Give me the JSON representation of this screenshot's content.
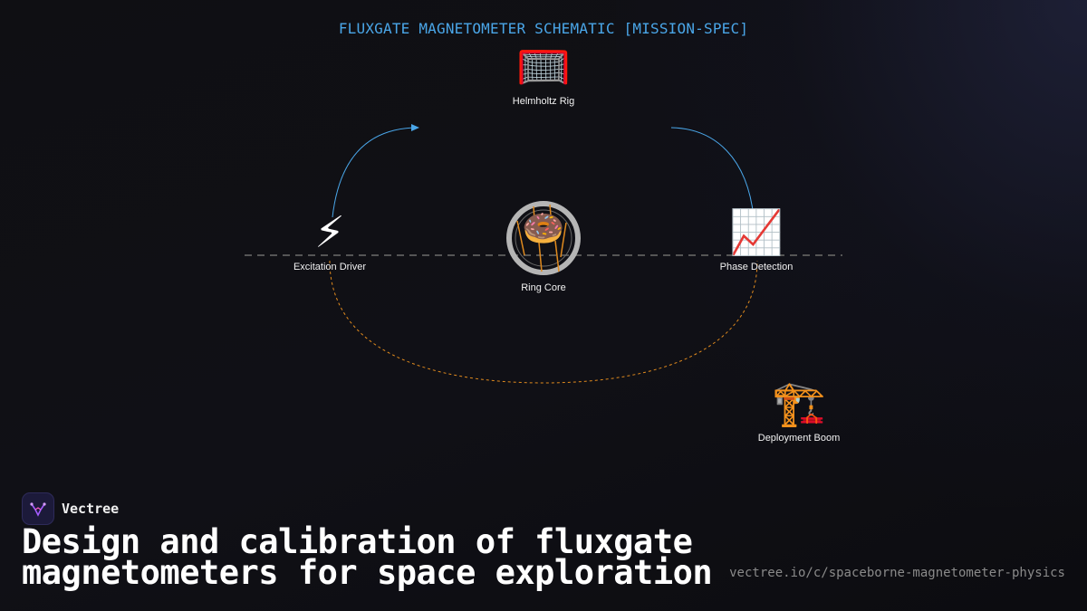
{
  "diagram": {
    "title": "FLUXGATE MAGNETOMETER SCHEMATIC [MISSION-SPEC]",
    "nodes": {
      "helmholtz": {
        "label": "Helmholtz Rig",
        "icon": "goal-net-icon",
        "glyph": "🥅"
      },
      "excitation": {
        "label": "Excitation Driver",
        "icon": "lightning-icon",
        "glyph": "⚡"
      },
      "ringcore": {
        "label": "Ring Core",
        "icon": "donut-icon",
        "glyph": "🍩"
      },
      "phase": {
        "label": "Phase Detection",
        "icon": "chart-increasing-icon",
        "glyph": "📈"
      },
      "boom": {
        "label": "Deployment Boom",
        "icon": "crane-icon",
        "glyph": "🏗️"
      }
    },
    "colors": {
      "title": "#4aa6e8",
      "blue_link": "#4aa6e8",
      "orange_link": "#e08a1e",
      "axis_line": "#555555",
      "ring": "#b5b5b5"
    }
  },
  "branding": {
    "name": "Vectree",
    "logo_icon": "vectree-logo-icon"
  },
  "headline": "Design and calibration of fluxgate magnetometers for space exploration",
  "url": "vectree.io/c/spaceborne-magnetometer-physics"
}
